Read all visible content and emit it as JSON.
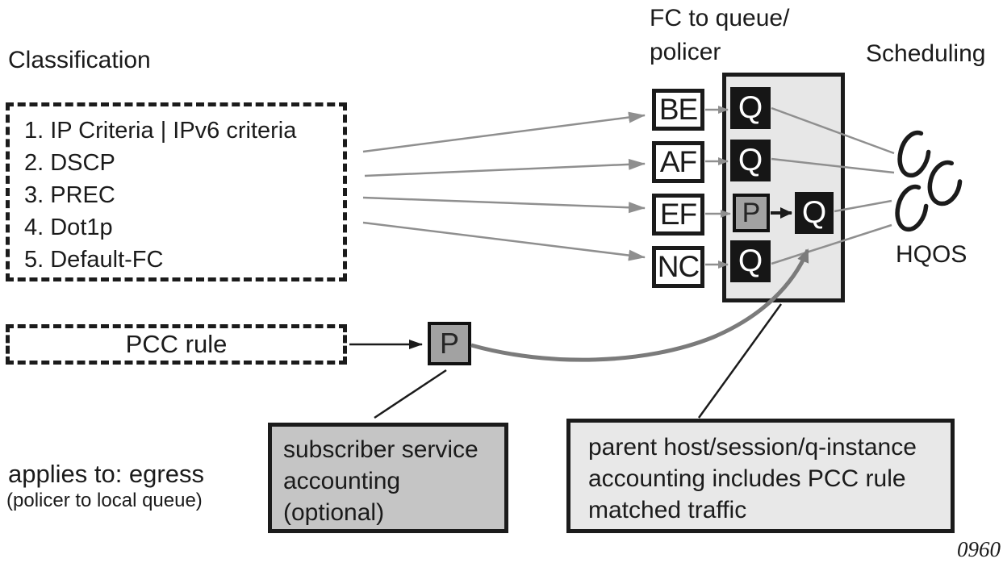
{
  "labels": {
    "classification": "Classification",
    "fc_to_queue_line1": "FC to queue/",
    "fc_to_queue_line2": "policer",
    "scheduling": "Scheduling",
    "hqos": "HQOS"
  },
  "classification": {
    "items": [
      "1. IP Criteria | IPv6 criteria",
      "2. DSCP",
      "3. PREC",
      "4. Dot1p",
      "5. Default-FC"
    ]
  },
  "fc": {
    "items": [
      "BE",
      "AF",
      "EF",
      "NC"
    ]
  },
  "letters": {
    "q": "Q",
    "p": "P"
  },
  "pcc": {
    "label": "PCC rule"
  },
  "callouts": {
    "subscriber": {
      "lines": [
        "subscriber service",
        "accounting",
        "(optional)"
      ]
    },
    "parent": {
      "lines": [
        "parent host/session/q-instance",
        "accounting includes PCC rule",
        "matched traffic"
      ]
    }
  },
  "footer": {
    "applies_to": "applies to: egress",
    "applies_note": "(policer to local queue)"
  },
  "figure": {
    "number": "0960"
  },
  "colors": {
    "line_gray": "#8f8f8f",
    "curve_gray": "#7b7b7b",
    "outline_black": "#1b1b1b",
    "container_fill": "#e7e7e7",
    "parent_callout_fill": "#e8e8e8",
    "subscriber_callout_fill": "#c5c5c5",
    "policer_fill": "#a2a2a2",
    "queue_fill": "#161616"
  }
}
